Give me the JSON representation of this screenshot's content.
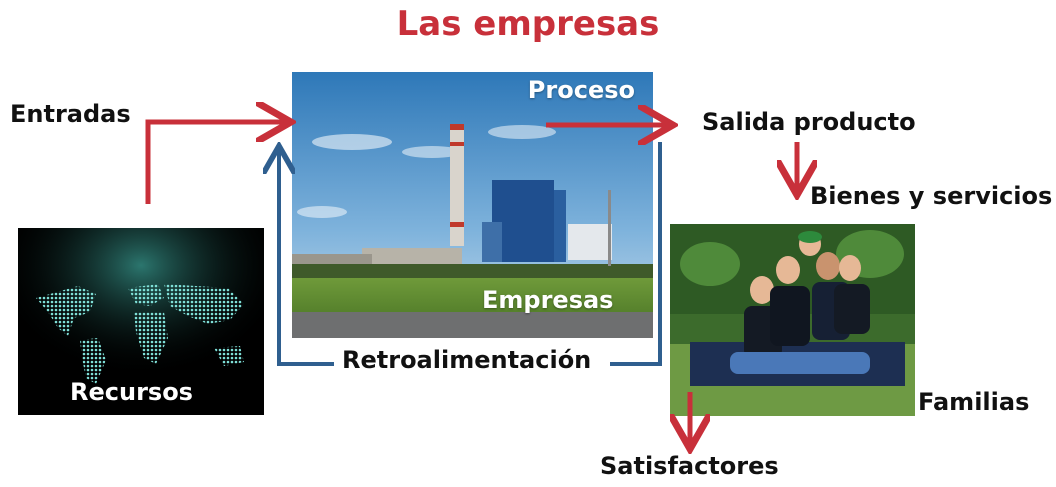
{
  "title": "Las empresas",
  "labels": {
    "entradas": "Entradas",
    "proceso": "Proceso",
    "empresas": "Empresas",
    "salida": "Salida producto",
    "bienes": "Bienes y servicios",
    "retro": "Retroalimentación",
    "recursos": "Recursos",
    "familias": "Familias",
    "satisfactores": "Satisfactores"
  },
  "colors": {
    "title": "#c8303a",
    "red_arrow": "#c8303a",
    "blue_arrow": "#2f5f8f"
  }
}
